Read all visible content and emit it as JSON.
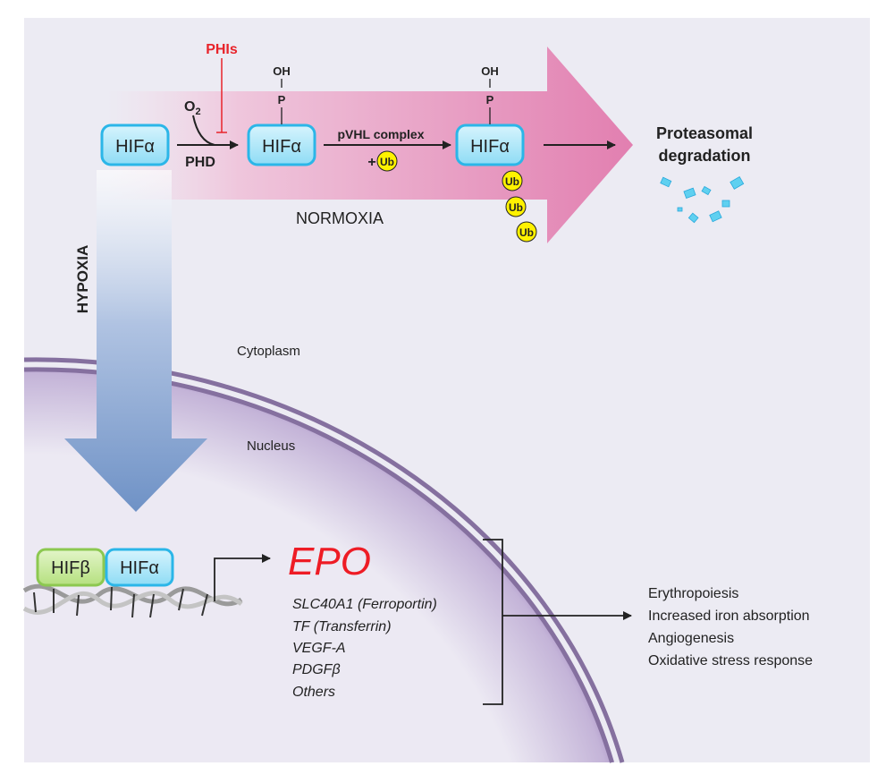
{
  "top": {
    "inhibitor": "PHIs",
    "oxygen": "O",
    "oxygen_sub": "2",
    "enzyme": "PHD",
    "oh1": "OH",
    "p1": "P",
    "oh2": "OH",
    "p2": "P",
    "complex": "pVHL complex",
    "plus": "+",
    "ub": "Ub",
    "hif_alpha": "HIFα",
    "normoxia": "NORMOXIA",
    "result_line1": "Proteasomal",
    "result_line2": "degradation"
  },
  "hypoxia": "HYPOXIA",
  "cytoplasm": "Cytoplasm",
  "nucleus": "Nucleus",
  "hif_beta": "HIFβ",
  "genes": {
    "main": "EPO",
    "others": [
      "SLC40A1 (Ferroportin)",
      "TF (Transferrin)",
      "VEGF-A",
      "PDGFβ",
      "Others"
    ]
  },
  "effects": [
    "Erythropoiesis",
    "Increased iron absorption",
    "Angiogenesis",
    "Oxidative stress response"
  ],
  "colors": {
    "hif_alpha": "#9fe3f7",
    "hif_beta": "#c4e89a",
    "inhibitor": "#e8232a",
    "epo": "#ee1c25",
    "ub": "#fff200",
    "membrane": "#85709f"
  }
}
